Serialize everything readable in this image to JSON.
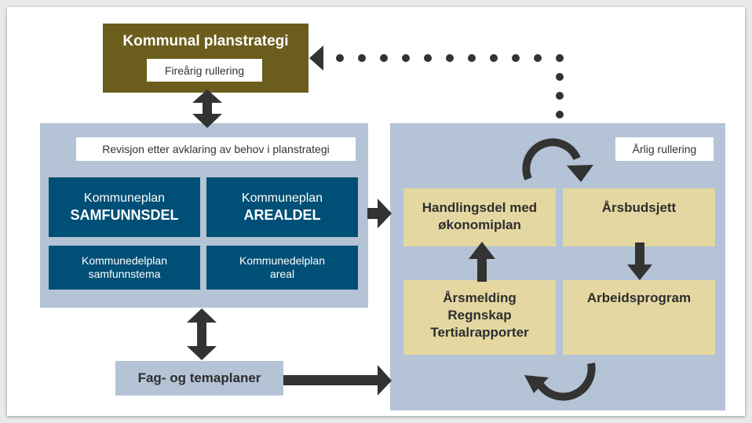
{
  "strategy": {
    "title": "Kommunal planstrategi",
    "subtitle": "Fireårig rullering"
  },
  "left_panel": {
    "label": "Revisjon etter avklaring av behov i planstrategi",
    "boxes": [
      {
        "line1": "Kommuneplan",
        "line2": "SAMFUNNSDEL"
      },
      {
        "line1": "Kommuneplan",
        "line2": "AREALDEL"
      },
      {
        "line1": "Kommunedelplan",
        "line2": "samfunnstema"
      },
      {
        "line1": "Kommunedelplan",
        "line2": "areal"
      }
    ]
  },
  "right_panel": {
    "label": "Årlig rullering",
    "handlingsdel": {
      "line1": "Handlingsdel med",
      "line2": "økonomiplan"
    },
    "arsbudsjett": "Årsbudsjett",
    "arsmelding": {
      "line1": "Årsmelding",
      "line2": "Regnskap",
      "line3": "Tertialrapporter"
    },
    "arbeidsprogram": "Arbeidsprogram"
  },
  "fag": "Fag- og temaplaner",
  "colors": {
    "olive": "#6b5d1c",
    "navy": "#004f76",
    "light_blue": "#b4c3d5",
    "tan": "#e4d7a1",
    "arrow": "#333333"
  }
}
